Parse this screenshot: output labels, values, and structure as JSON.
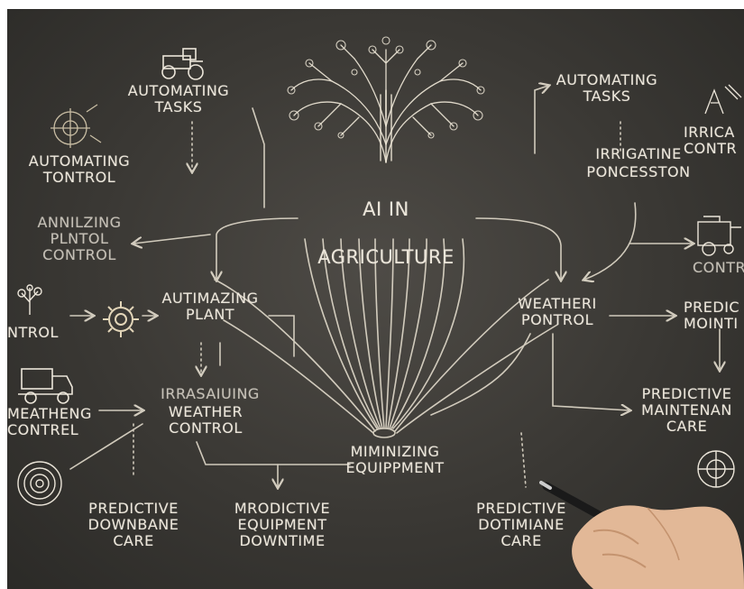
{
  "title": {
    "line1": "AI IN",
    "line2": "AGRICULTURE"
  },
  "nodes": {
    "top_left_tasks": "AUTOMATING\nTASKS",
    "left_control": "AUTOMATING\nTONTROL",
    "left_analyzing": "ANNILZING\nPLNTOL\nCONTROL",
    "far_left": "NTROL",
    "left_plant": "AUTIMAZING\nPLANT",
    "left_weather_over": "IRRASAIUING",
    "left_weather": "WEATHER\nCONTROL",
    "far_left_weather": "MEATHENG\nCONTREL",
    "bottom_left_predictive": "PREDICTIVE\nDOWNBANE\nCARE",
    "bottom_mid_left": "MRODICTIVE\nEQUIPMENT\nDOWNTIME",
    "bottom_center": "MIMINIZING\nEQUIPPMENT",
    "bottom_right_predictive": "PREDICTIVE\nDOTIMIANE\nCARE",
    "top_right_tasks": "AUTOMATING\nTASKS",
    "right_irrigate_a": "IRRIGATINE",
    "right_irrigate_b": "PONCESSTON",
    "far_right_irrigation": "IRRICA\nCONTR",
    "right_weather": "WEATHERI\nPONTROL",
    "far_right_control": "CONTR",
    "far_right_predictive": "PREDIC\nMOINTI",
    "right_maintenance": "PREDICTIVE\nMAINTENAN\nCARE"
  },
  "icons": [
    "tractor-icon",
    "tree-icon",
    "gear-icon",
    "truck-icon",
    "target-icon",
    "machine-icon",
    "hand-with-pen-icon"
  ],
  "colors": {
    "board": "#3a3834",
    "chalk": "#ece6da",
    "chalk_accent": "#d9c9a8"
  }
}
